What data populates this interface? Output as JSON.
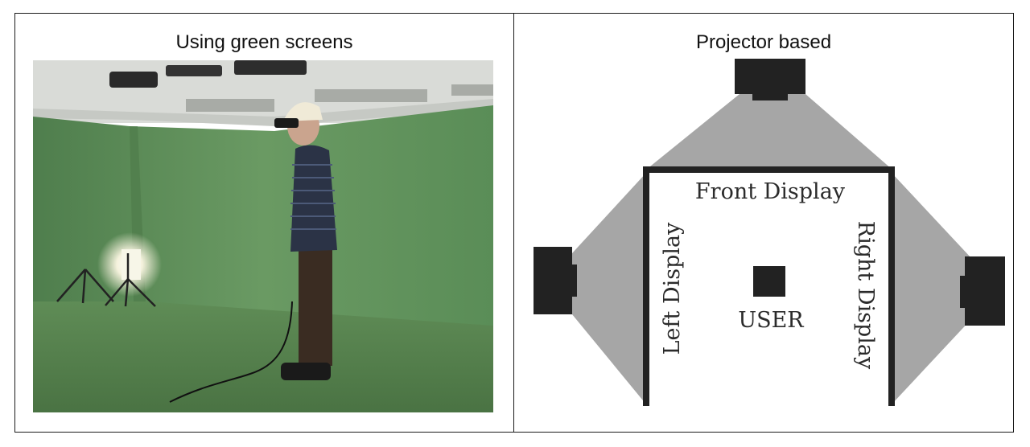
{
  "panels": {
    "left": {
      "caption": "Using green screens"
    },
    "right": {
      "caption": "Projector based",
      "labels": {
        "front": "Front Display",
        "left": "Left Display",
        "right": "Right Display",
        "user": "USER"
      }
    }
  },
  "colors": {
    "green_screen": "#5f8f5a",
    "floor": "#587f50",
    "projection_cone": "#a6a6a6",
    "display_bar": "#222222"
  },
  "icons": {
    "projector": "projector-block",
    "user": "user-square"
  }
}
